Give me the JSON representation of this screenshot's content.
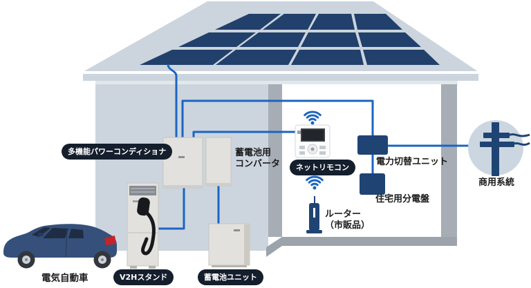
{
  "labels": {
    "power_conditioner": "多機能パワーコンディショナ",
    "battery_converter": "蓄電池用\nコンバータ",
    "net_remote": "ネットリモコン",
    "power_switch_unit": "電力切替ユニット",
    "distribution_board": "住宅用分電盤",
    "commercial_grid": "商用系統",
    "router": "ルーター\n（市販品）",
    "ev": "電気自動車",
    "v2h_stand": "V2Hスタンド",
    "battery_unit": "蓄電池ユニット"
  },
  "icons": {
    "wifi_remote": "wifi-icon",
    "wifi_router": "wifi-icon",
    "utility_pole": "utility-pole-icon",
    "solar_array": "solar-panel-icon"
  },
  "colors": {
    "wire": "#1b64c2",
    "panel": "#21406b",
    "device_navy": "#1f4474",
    "pill_bg": "#141e2c",
    "wall": "#ccd5de",
    "roof": "#ccd4dd",
    "pillar": "#a7adb5",
    "floor": "#9ca3ab",
    "equip": "#e2e1dd",
    "circle_bg": "#ccd6e1",
    "car_body": "#35507a",
    "taillight": "#c4232b"
  }
}
